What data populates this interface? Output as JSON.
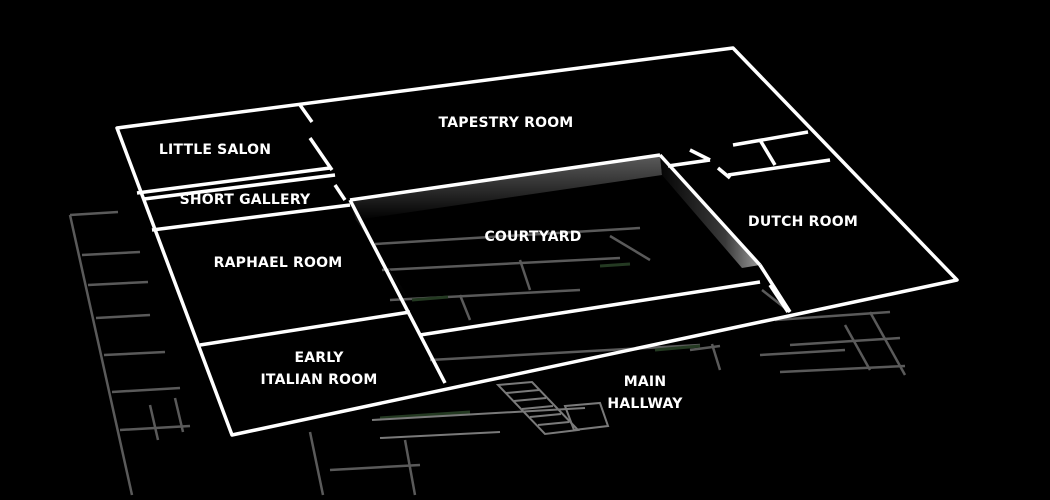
{
  "floor_plan": {
    "rooms": [
      {
        "id": "little-salon",
        "label": "LITTLE SALON"
      },
      {
        "id": "tapestry-room",
        "label": "TAPESTRY ROOM"
      },
      {
        "id": "short-gallery",
        "label": "SHORT GALLERY"
      },
      {
        "id": "courtyard",
        "label": "COURTYARD"
      },
      {
        "id": "dutch-room",
        "label": "DUTCH ROOM"
      },
      {
        "id": "raphael-room",
        "label": "RAPHAEL ROOM"
      },
      {
        "id": "early-italian-room",
        "label_line1": "EARLY",
        "label_line2": "ITALIAN ROOM"
      },
      {
        "id": "main-hallway",
        "label_line1": "MAIN",
        "label_line2": "HALLWAY"
      }
    ],
    "colors": {
      "background": "#000000",
      "walls_upper": "#ffffff",
      "walls_lower": "#5a5a5a",
      "label": "#ffffff"
    }
  }
}
